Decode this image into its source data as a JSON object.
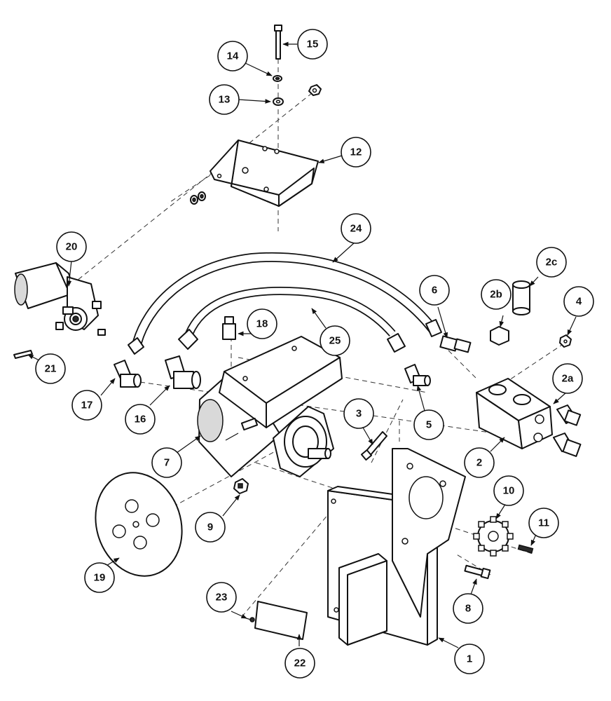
{
  "callouts": [
    {
      "label": "1"
    },
    {
      "label": "2"
    },
    {
      "label": "2a"
    },
    {
      "label": "2b"
    },
    {
      "label": "2c"
    },
    {
      "label": "3"
    },
    {
      "label": "4"
    },
    {
      "label": "5"
    },
    {
      "label": "6"
    },
    {
      "label": "7"
    },
    {
      "label": "8"
    },
    {
      "label": "9"
    },
    {
      "label": "10"
    },
    {
      "label": "11"
    },
    {
      "label": "12"
    },
    {
      "label": "13"
    },
    {
      "label": "14"
    },
    {
      "label": "15"
    },
    {
      "label": "16"
    },
    {
      "label": "17"
    },
    {
      "label": "18"
    },
    {
      "label": "19"
    },
    {
      "label": "20"
    },
    {
      "label": "21"
    },
    {
      "label": "22"
    },
    {
      "label": "23"
    },
    {
      "label": "24"
    },
    {
      "label": "25"
    }
  ]
}
